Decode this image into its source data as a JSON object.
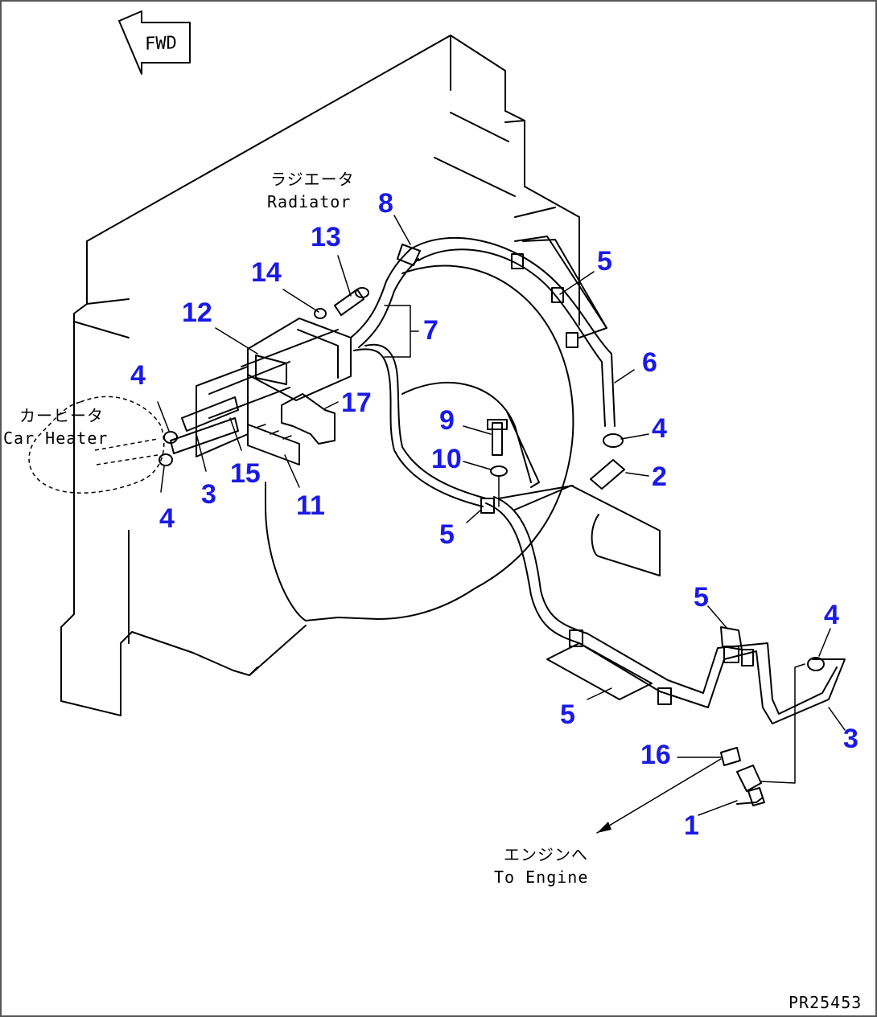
{
  "fwd_label": "FWD",
  "labels": {
    "radiator_jp": "ラジエータ",
    "radiator_en": "Radiator",
    "car_heater_jp": "カーヒータ",
    "car_heater_en": "Car Heater",
    "engine_jp": "エンジンへ",
    "engine_en": "To Engine"
  },
  "drawing_no": "PR25453",
  "callouts": [
    "8",
    "13",
    "14",
    "12",
    "4",
    "4",
    "3",
    "15",
    "11",
    "17",
    "7",
    "5",
    "6",
    "4",
    "2",
    "9",
    "10",
    "5",
    "5",
    "4",
    "5",
    "3",
    "16",
    "1"
  ],
  "colors": {
    "callout": "#1a1ae6",
    "line": "#000000",
    "border": "#555555"
  }
}
